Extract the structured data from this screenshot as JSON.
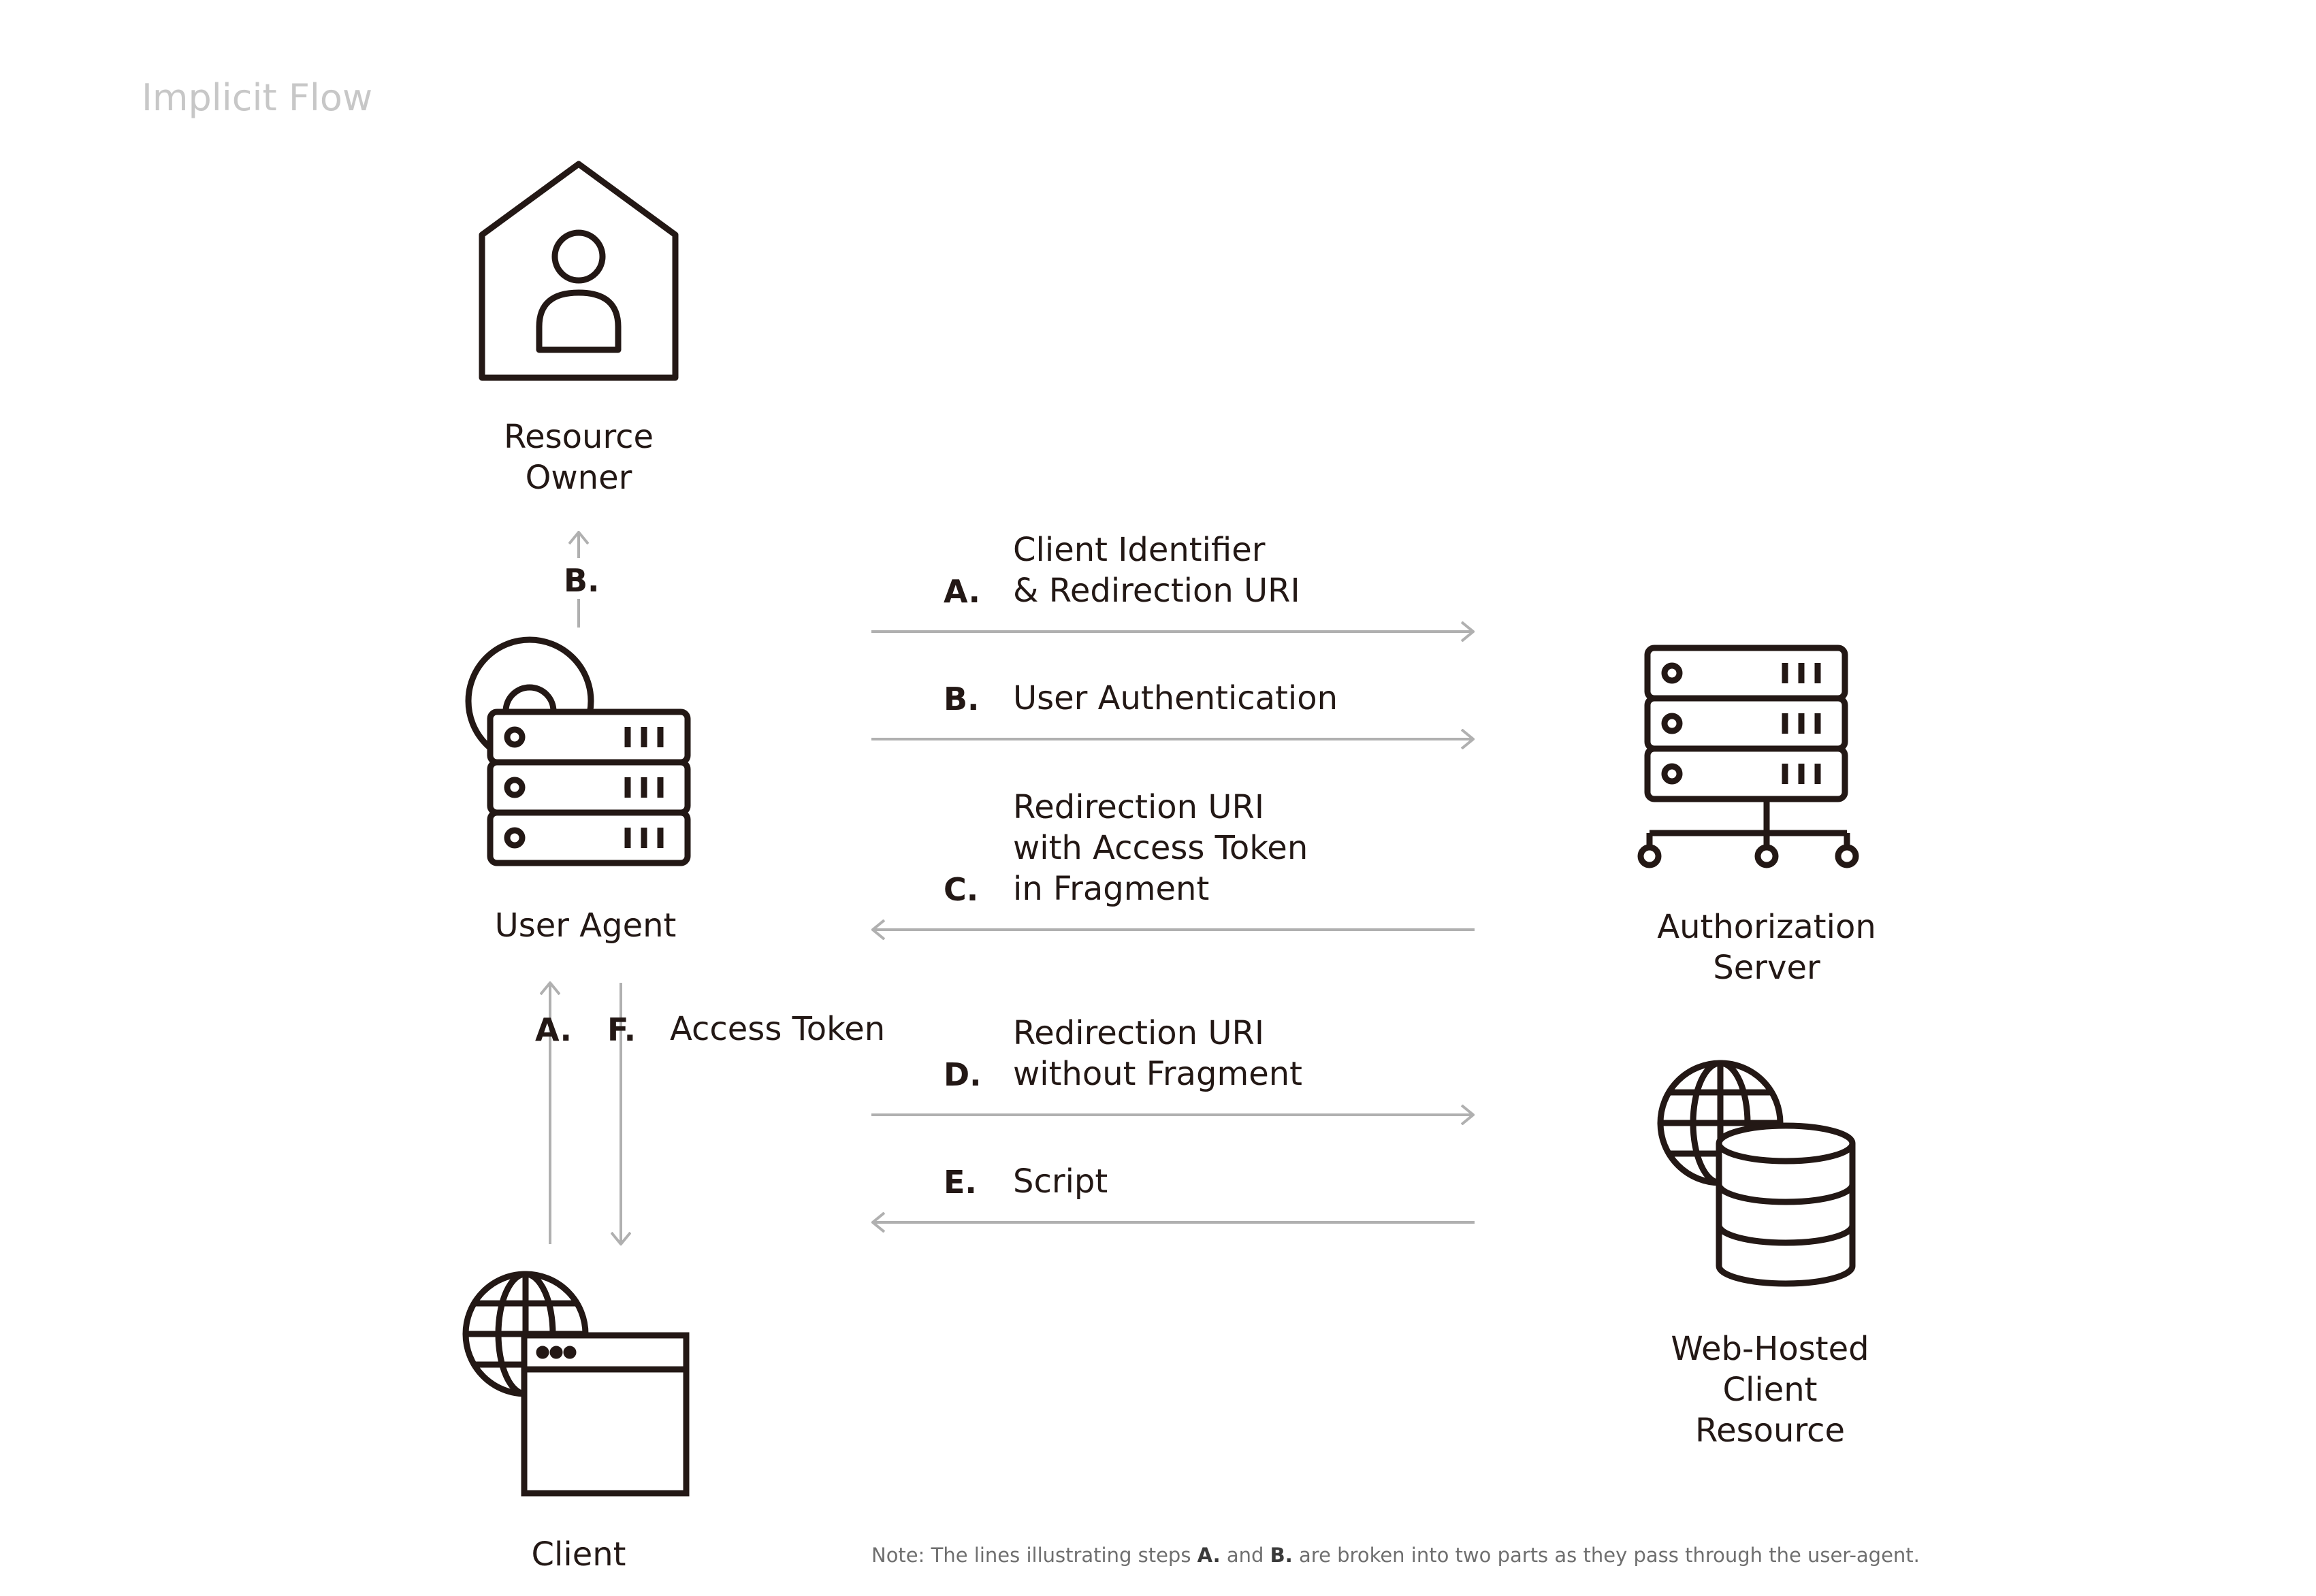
{
  "title": "Implicit Flow",
  "nodes": {
    "resource_owner": {
      "line1": "Resource",
      "line2": "Owner",
      "icon": "resource-owner-house-icon"
    },
    "user_agent": {
      "label": "User Agent",
      "icon": "user-agent-globe-server-icon"
    },
    "client": {
      "label": "Client",
      "icon": "client-globe-window-icon"
    },
    "authorization_server": {
      "line1": "Authorization",
      "line2": "Server",
      "icon": "authorization-server-icon"
    },
    "web_hosted": {
      "line1": "Web-Hosted",
      "line2": "Client",
      "line3": "Resource",
      "icon": "globe-database-icon"
    }
  },
  "steps": {
    "a": {
      "letter": "A.",
      "line1": "Client Identifier",
      "line2": "& Redirection URI"
    },
    "b": {
      "letter": "B.",
      "line1": "User Authentication"
    },
    "c": {
      "letter": "C.",
      "line1": "Redirection URI",
      "line2": "with Access Token",
      "line3": "in Fragment"
    },
    "d": {
      "letter": "D.",
      "line1": "Redirection URI",
      "line2": "without Fragment"
    },
    "e": {
      "letter": "E.",
      "line1": "Script"
    }
  },
  "vertical_steps": {
    "b_up": "B.",
    "a_up": "A.",
    "f_down": "F.",
    "f_text": "Access Token"
  },
  "note": {
    "part1": "Note: The lines illustrating steps ",
    "a": "A.",
    "part2": " and ",
    "b": "B.",
    "part3": " are broken into two parts as they pass through the user-agent."
  },
  "colors": {
    "ink": "#231815",
    "arrow": "#b0b0b0",
    "title": "#c7c7c7",
    "note": "#6f6f6f"
  }
}
